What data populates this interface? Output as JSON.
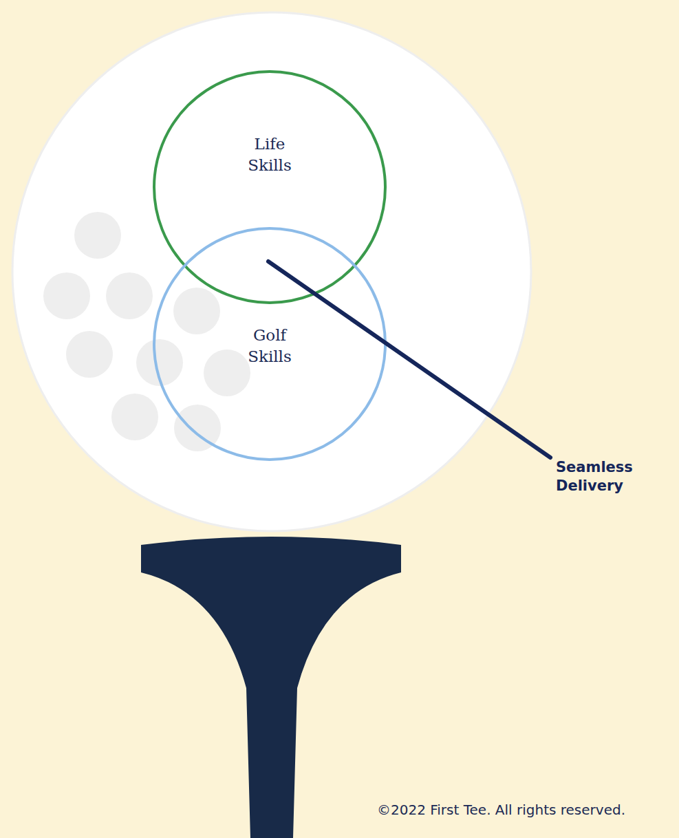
{
  "diagram": {
    "nodes": [
      {
        "text": [
          "Life Skills"
        ]
      },
      {
        "text": [
          "Golf Skills"
        ]
      }
    ],
    "labels": [
      "Seamless Delivery",
      "©2022 First Tee. All rights reserved."
    ]
  }
}
